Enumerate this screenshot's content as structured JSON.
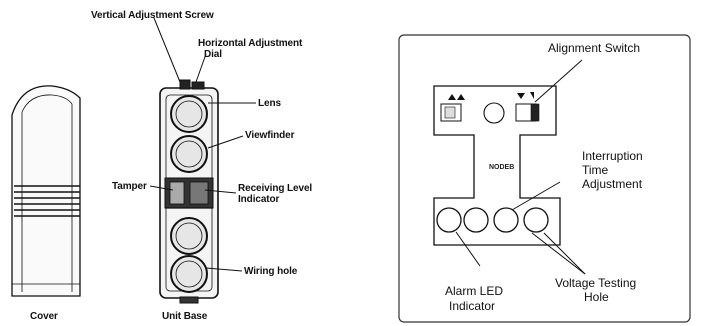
{
  "left_figure": {
    "labels": {
      "vertical_screw": "Vertical Adjustment Screw",
      "horizontal_dial_line1": "Horizontal Adjustment",
      "horizontal_dial_line2": "Dial",
      "lens": "Lens",
      "viewfinder": "Viewfinder",
      "tamper": "Tamper",
      "receiving_level_line1": "Receiving Level",
      "receiving_level_line2": "Indicator",
      "wiring_hole": "Wiring hole",
      "cover": "Cover",
      "unit_base": "Unit Base"
    }
  },
  "right_figure": {
    "labels": {
      "alignment_switch": "Alignment Switch",
      "interruption_line1": "Interruption",
      "interruption_line2": "Time",
      "interruption_line3": "Adjustment",
      "alarm_led_line1": "Alarm LED",
      "alarm_led_line2": "Indicator",
      "voltage_line1": "Voltage Testing",
      "voltage_line2": "Hole",
      "board_model": "NODEB"
    },
    "icons": [
      "up-arrows-icon",
      "down-arrows-icon"
    ]
  },
  "colors": {
    "line": "#111111",
    "board_border": "#333333",
    "fill_gray": "#dcdcdc"
  }
}
